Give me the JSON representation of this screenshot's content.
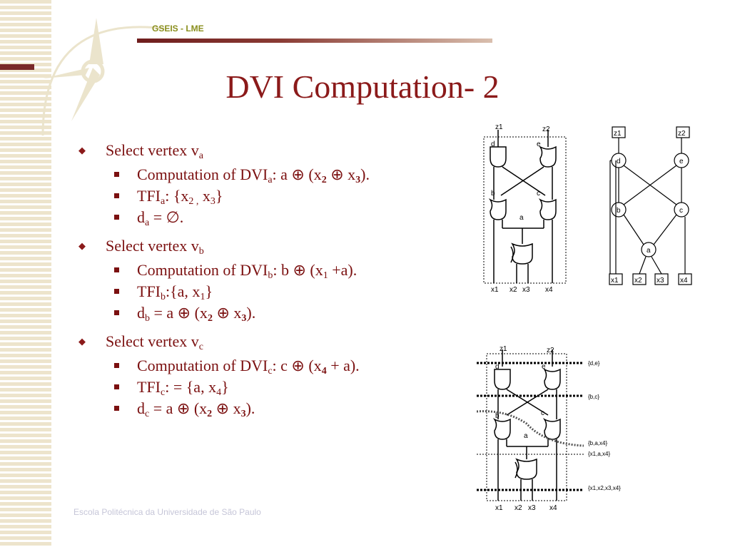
{
  "header": {
    "label": "GSEIS - LME"
  },
  "title": "DVI Computation- 2",
  "footer": "Escola Politécnica da Universidade de São Paulo",
  "bullets": [
    {
      "text": "Select vertex v",
      "sub": "a",
      "items": [
        {
          "parts": [
            "Computation of DVI",
            "a",
            ": a ⊕ (x",
            "2",
            " ⊕ x",
            "3",
            ")."
          ]
        },
        {
          "parts": [
            "TFI",
            "a",
            ": {x",
            "2 ,",
            " x",
            "3",
            "}"
          ]
        },
        {
          "parts": [
            "d",
            "a",
            " = ∅."
          ]
        }
      ]
    },
    {
      "text": "Select vertex v",
      "sub": "b",
      "items": [
        {
          "parts": [
            "Computation of DVI",
            "b",
            ": b ⊕ (x",
            "1",
            " +a)."
          ]
        },
        {
          "parts": [
            "TFI",
            "b",
            ":{a, x",
            "1",
            "}"
          ]
        },
        {
          "parts": [
            "d",
            "b",
            " = a ⊕ (x",
            "2",
            " ⊕ x",
            "3",
            ")."
          ]
        }
      ]
    },
    {
      "text": "Select vertex v",
      "sub": "c",
      "items": [
        {
          "parts": [
            "Computation of DVI",
            "c",
            ": c ⊕ (x",
            "4",
            " + a)."
          ]
        },
        {
          "parts": [
            "TFI",
            "c",
            ": = {a, x",
            "4",
            "}"
          ]
        },
        {
          "parts": [
            "d",
            "c",
            " = a ⊕ (x",
            "2",
            " ⊕ x",
            "3",
            ")."
          ]
        }
      ]
    }
  ],
  "circuit1": {
    "outputs": [
      "z1",
      "z2"
    ],
    "gates": [
      "d",
      "e",
      "b",
      "c",
      "a"
    ],
    "inputs": [
      "x1",
      "x2",
      "x3",
      "x4"
    ]
  },
  "graph": {
    "outputs": [
      "z1",
      "z2"
    ],
    "nodes": [
      "d",
      "e",
      "b",
      "c",
      "a"
    ],
    "inputs": [
      "x1",
      "x2",
      "x3",
      "x4"
    ]
  },
  "circuit2": {
    "outputs": [
      "z1",
      "z2"
    ],
    "gates": [
      "d",
      "e",
      "b",
      "c",
      "a"
    ],
    "inputs": [
      "x1",
      "x2",
      "x3",
      "x4"
    ],
    "cut_labels": [
      "{d,e}",
      "{b,c}",
      "{b,a,x4}",
      "{x1,a,x4}",
      "{x1,x2,x3,x4}"
    ]
  }
}
